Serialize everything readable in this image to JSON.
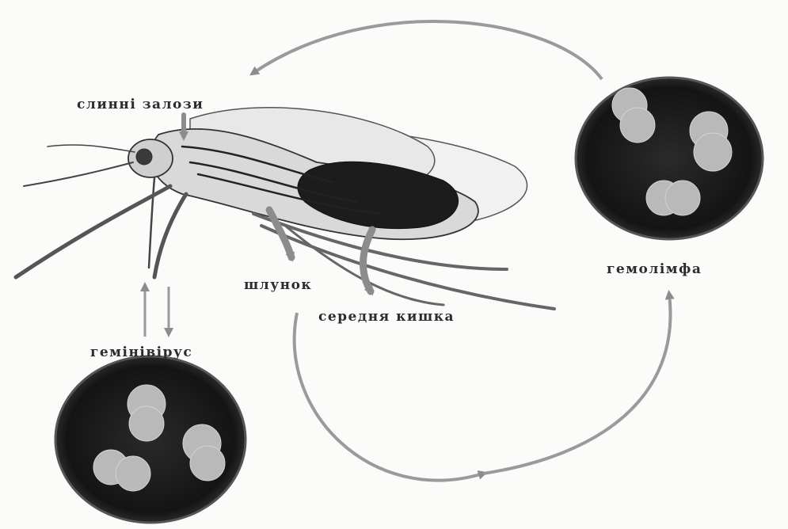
{
  "labels": {
    "salivary_glands": "слинні залози",
    "stomach": "шлунок",
    "midgut": "середня кишка",
    "hemolymph": "гемолімфа",
    "geminivirus": "гемінівірус"
  },
  "colors": {
    "ink": "#2c2c2c",
    "arrow": "#9a9a9a",
    "dish_fill": "#1a1a1a",
    "virion": "#b9b9b9",
    "paper": "#fbfbfa"
  }
}
